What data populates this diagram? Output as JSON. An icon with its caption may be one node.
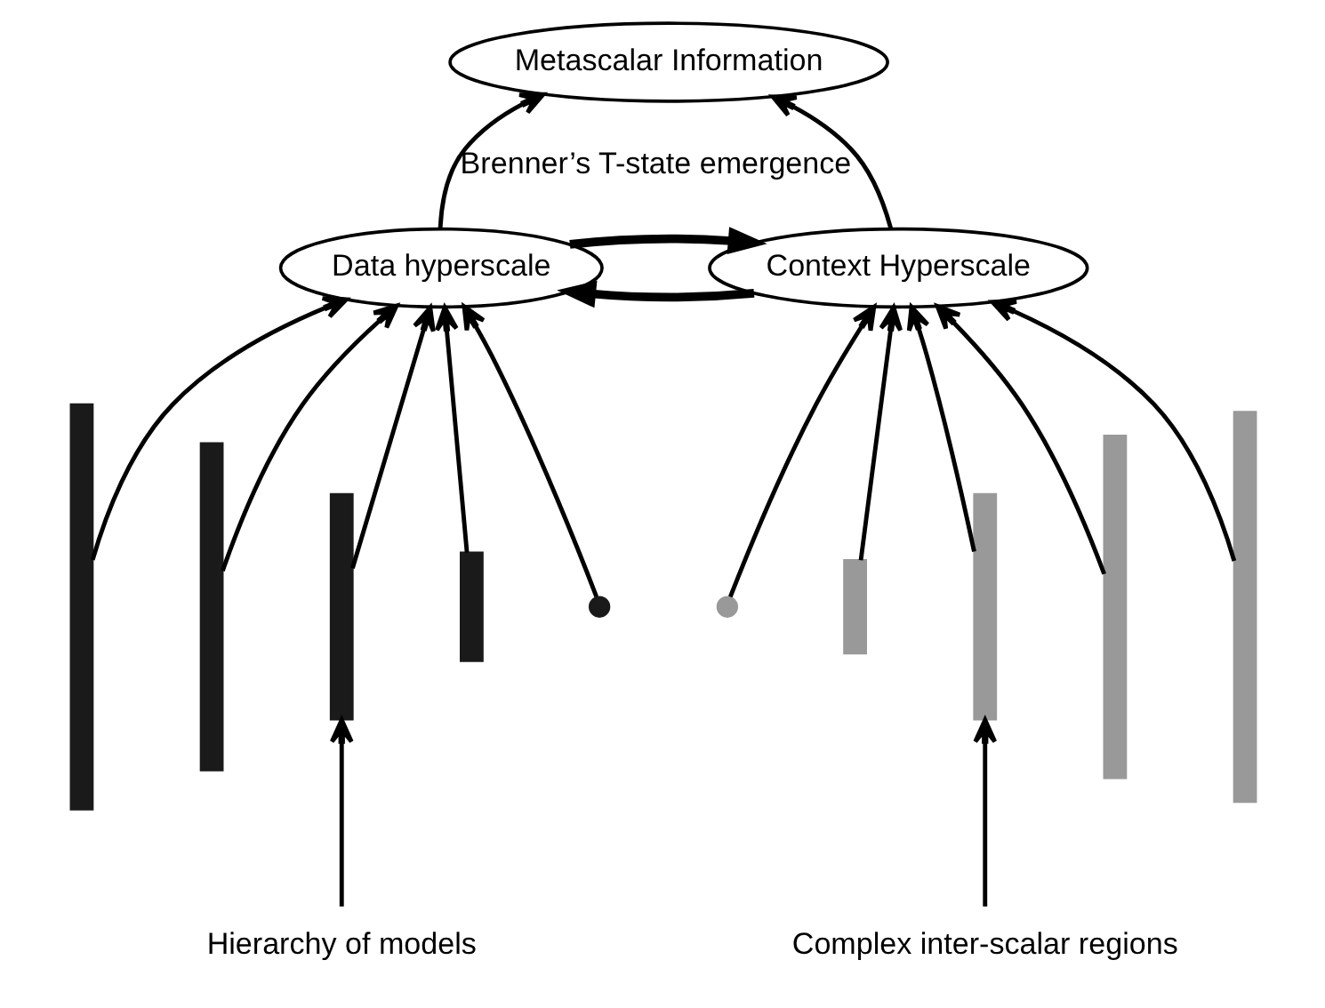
{
  "diagram": {
    "nodes": [
      {
        "text": [
          "Metascalar Information"
        ]
      },
      {
        "text": [
          "Data hyperscale"
        ]
      },
      {
        "text": [
          "Context Hyperscale"
        ]
      },
      {
        "text": [],
        "shape": "bar"
      },
      {
        "text": [],
        "shape": "bar"
      },
      {
        "text": [],
        "shape": "bar"
      },
      {
        "text": [],
        "shape": "bar"
      },
      {
        "text": [],
        "shape": "circle"
      },
      {
        "text": [],
        "shape": "circle"
      },
      {
        "text": [],
        "shape": "bar"
      },
      {
        "text": [],
        "shape": "bar"
      },
      {
        "text": [],
        "shape": "bar"
      },
      {
        "text": [],
        "shape": "bar"
      },
      {
        "text": [
          "Hierarchy of models"
        ]
      },
      {
        "text": [
          "Complex inter-scalar regions"
        ]
      }
    ],
    "edges": [
      {
        "from": 1,
        "to": 0,
        "arrow": "to",
        "label": "Brenner’s T-state emergence"
      },
      {
        "from": 2,
        "to": 0,
        "arrow": "to"
      },
      {
        "from": 1,
        "to": 2,
        "arrow": "to",
        "style": "thick"
      },
      {
        "from": 2,
        "to": 1,
        "arrow": "to",
        "style": "thick"
      },
      {
        "from": 3,
        "to": 1,
        "arrow": "to"
      },
      {
        "from": 4,
        "to": 1,
        "arrow": "to"
      },
      {
        "from": 5,
        "to": 1,
        "arrow": "to"
      },
      {
        "from": 6,
        "to": 1,
        "arrow": "to"
      },
      {
        "from": 7,
        "to": 1,
        "arrow": "to"
      },
      {
        "from": 8,
        "to": 2,
        "arrow": "to"
      },
      {
        "from": 9,
        "to": 2,
        "arrow": "to"
      },
      {
        "from": 10,
        "to": 2,
        "arrow": "to"
      },
      {
        "from": 11,
        "to": 2,
        "arrow": "to"
      },
      {
        "from": 12,
        "to": 2,
        "arrow": "to"
      },
      {
        "from": 13,
        "to": 5,
        "arrow": "to"
      },
      {
        "from": 14,
        "to": 10,
        "arrow": "to"
      }
    ]
  }
}
